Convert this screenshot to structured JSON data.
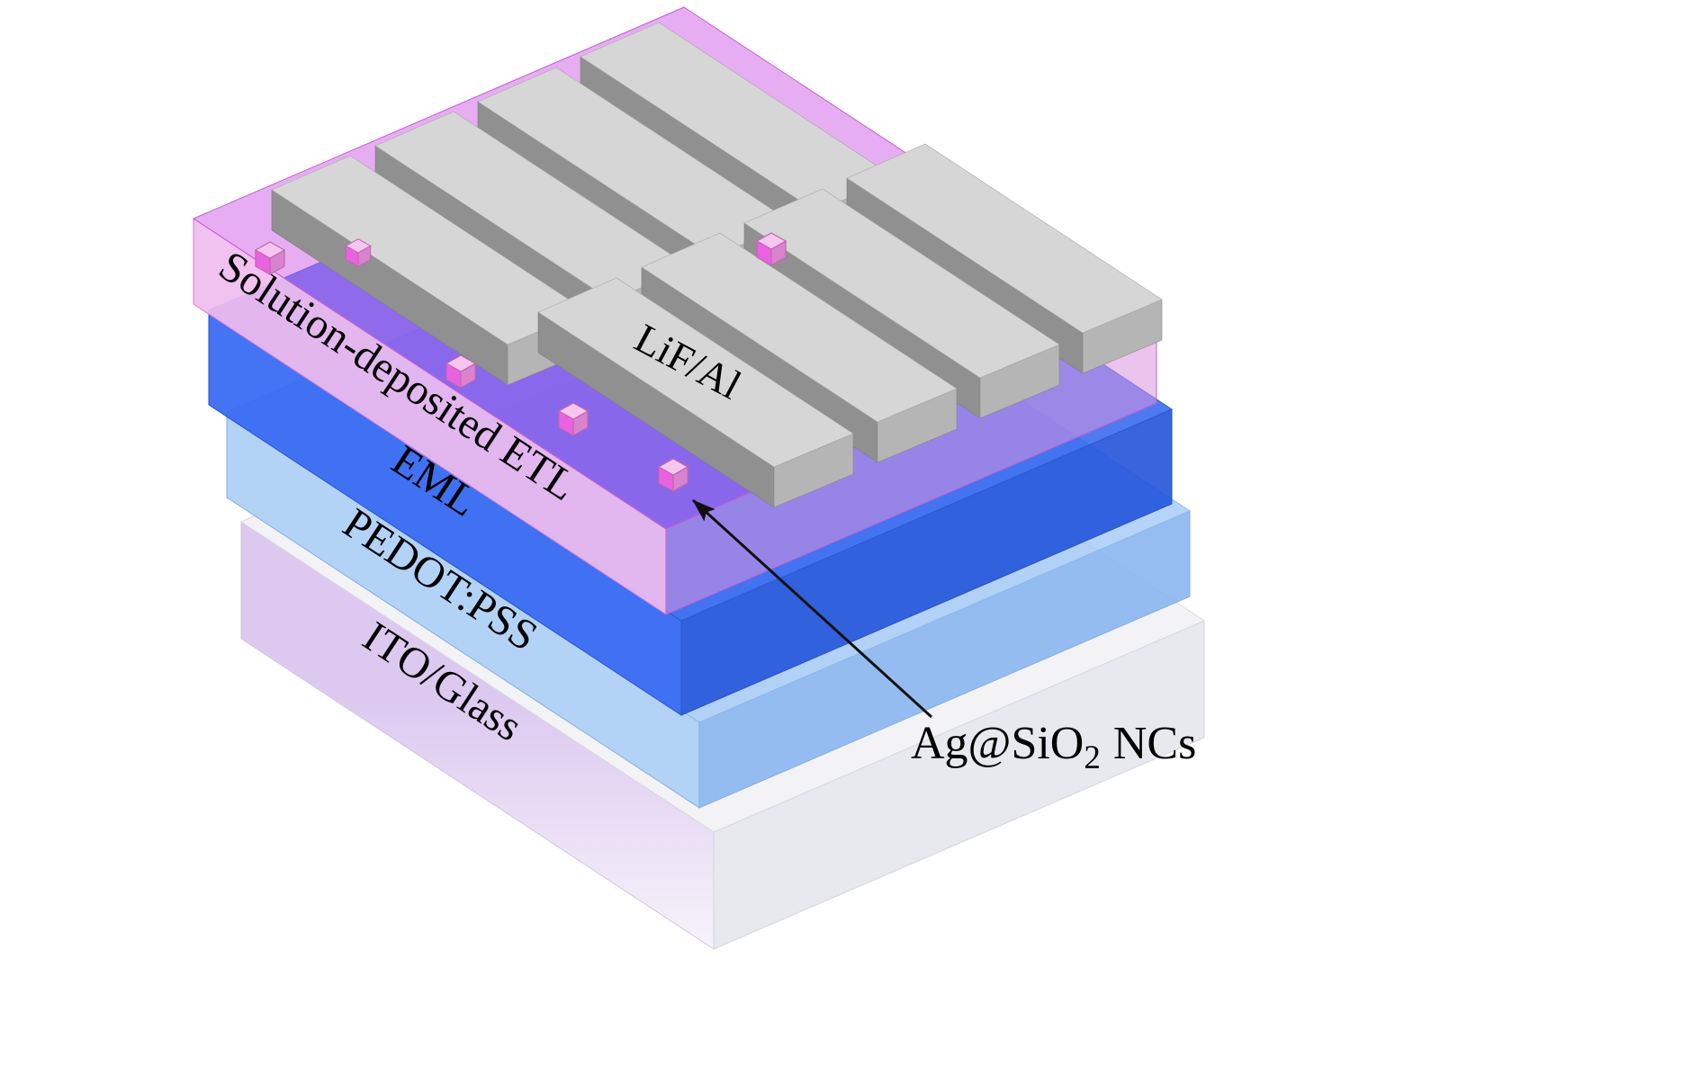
{
  "diagram": {
    "layers": [
      {
        "id": "etl",
        "label": "Solution-deposited ETL",
        "faces": {
          "top": "#cf5ce6",
          "left": "#f0bcee",
          "right": "#da93df"
        }
      },
      {
        "id": "eml",
        "label": "EML",
        "faces": {
          "top": "#2f63ef",
          "left": "#3a6cf2",
          "right": "#2254da"
        }
      },
      {
        "id": "pedot-pss",
        "label": "PEDOT:PSS",
        "faces": {
          "top": "#9cc6f6",
          "left": "#aed0f6",
          "right": "#8ab6ef"
        }
      },
      {
        "id": "ito-glass",
        "label": "ITO/Glass",
        "faces": {
          "top": "#f2f2f6",
          "left_top": "#dcc7f0",
          "left_bottom": "#f6f3fa",
          "right": "#e7e7ee"
        }
      }
    ],
    "electrodes": {
      "label": "LiF/Al",
      "faces": {
        "top": "#d6d6d6",
        "side": "#909090",
        "end": "#b5b5b5"
      }
    },
    "nanocrystals": {
      "label_prefix": "Ag@SiO",
      "label_subscript": "2",
      "label_suffix": "NCs",
      "faces": {
        "top": "#f6c6ee",
        "left": "#eb62e0",
        "right": "#d983cf"
      }
    },
    "arrow_color": "#101010"
  }
}
